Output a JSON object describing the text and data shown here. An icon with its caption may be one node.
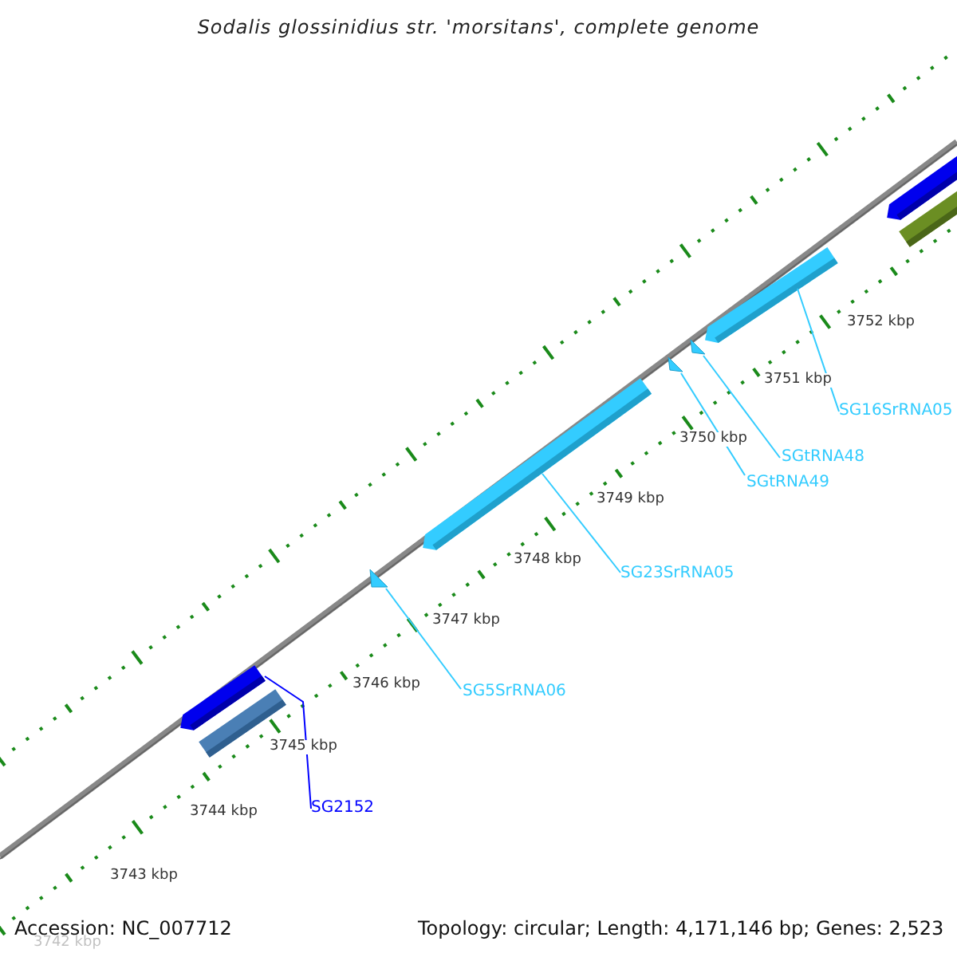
{
  "diagram": {
    "title": "Sodalis glossinidius str. 'morsitans', complete genome",
    "nodes": [
      {
        "text": [],
        "shape": "bar"
      },
      {
        "text": [],
        "shape": "bar"
      },
      {
        "text": [],
        "shape": "bar"
      },
      {
        "text": [],
        "shape": "bar"
      },
      {
        "text": [],
        "shape": "bar"
      },
      {
        "text": [],
        "shape": "bar"
      },
      {
        "text": [],
        "shape": "bar"
      },
      {
        "text": [],
        "shape": "bar"
      },
      {
        "text": [],
        "shape": "bar"
      },
      {
        "text": [
          "SG2152"
        ]
      },
      {
        "text": [
          "SG5SrRNA06"
        ]
      },
      {
        "text": [
          "SG23SrRNA05"
        ]
      },
      {
        "text": [
          "SGtRNA49"
        ]
      },
      {
        "text": [
          "SGtRNA48"
        ]
      },
      {
        "text": [
          "SG16SrRNA05"
        ]
      }
    ],
    "edges": [
      {
        "from": 9,
        "to": 0,
        "arrow": "none",
        "color": "#0000ff"
      },
      {
        "from": 10,
        "to": 2,
        "arrow": "none"
      },
      {
        "from": 11,
        "to": 3,
        "arrow": "none"
      },
      {
        "from": 12,
        "to": 4,
        "arrow": "none"
      },
      {
        "from": 13,
        "to": 5,
        "arrow": "none"
      },
      {
        "from": 14,
        "to": 6,
        "arrow": "none"
      }
    ],
    "labels": [
      "3752 kbp",
      "3751 kbp",
      "3750 kbp",
      "3749 kbp",
      "3748 kbp",
      "3747 kbp",
      "3746 kbp",
      "3745 kbp",
      "3744 kbp",
      "3743 kbp",
      "Accession: NC_007712",
      "Topology: circular; Length: 4,171,146 bp; Genes: 2,523",
      "3742 kbp"
    ]
  }
}
